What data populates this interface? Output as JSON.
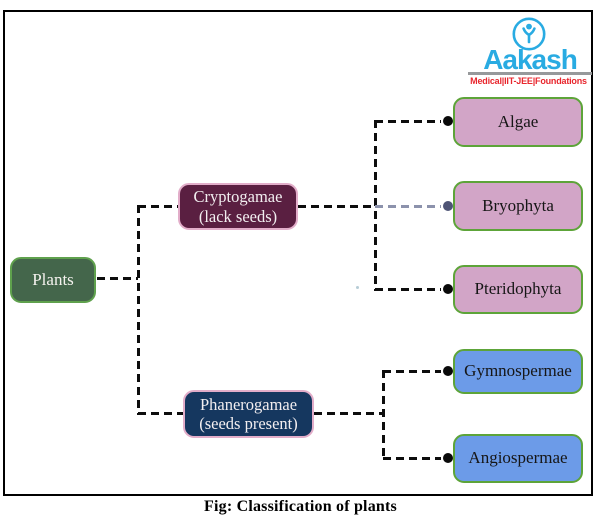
{
  "caption": "Fig: Classification of plants",
  "logo": {
    "brand": "Aakash",
    "tagline": "Medical|IIT-JEE|Foundations",
    "brand_color": "#29ABE2",
    "tagline_color": "#E8262D",
    "icon": "person-in-circle-icon"
  },
  "tree": {
    "connector_style": "dashed",
    "connector_color": "#0d0d0d",
    "faded_connector_color": "#8C92AC",
    "root": {
      "label": "Plants",
      "fill": "#44664B",
      "border_color": "#5FA14D",
      "text_color": "#FFFFFF"
    },
    "level1": [
      {
        "id": "cryptogamae",
        "line1": "Cryptogamae",
        "line2": "(lack seeds)",
        "fill": "#5A1F41",
        "border_color": "#E2ADC9",
        "text_color": "#FFFFFF"
      },
      {
        "id": "phanerogamae",
        "line1": "Phanerogamae",
        "line2": "(seeds present)",
        "fill": "#15375F",
        "border_color": "#E2ADC9",
        "text_color": "#FFFFFF"
      }
    ],
    "level2": [
      {
        "id": "algae",
        "label": "Algae",
        "parent": "cryptogamae",
        "fill": "#D2A5C7",
        "border_color": "#5DA439"
      },
      {
        "id": "bryophyta",
        "label": "Bryophyta",
        "parent": "cryptogamae",
        "fill": "#D2A5C7",
        "border_color": "#5DA439"
      },
      {
        "id": "pteridophyta",
        "label": "Pteridophyta",
        "parent": "cryptogamae",
        "fill": "#D2A5C7",
        "border_color": "#5DA439"
      },
      {
        "id": "gymnospermae",
        "label": "Gymnospermae",
        "parent": "phanerogamae",
        "fill": "#6C9BE8",
        "border_color": "#5DA439"
      },
      {
        "id": "angiospermae",
        "label": "Angiospermae",
        "parent": "phanerogamae",
        "fill": "#6C9BE8",
        "border_color": "#5DA439"
      }
    ]
  }
}
